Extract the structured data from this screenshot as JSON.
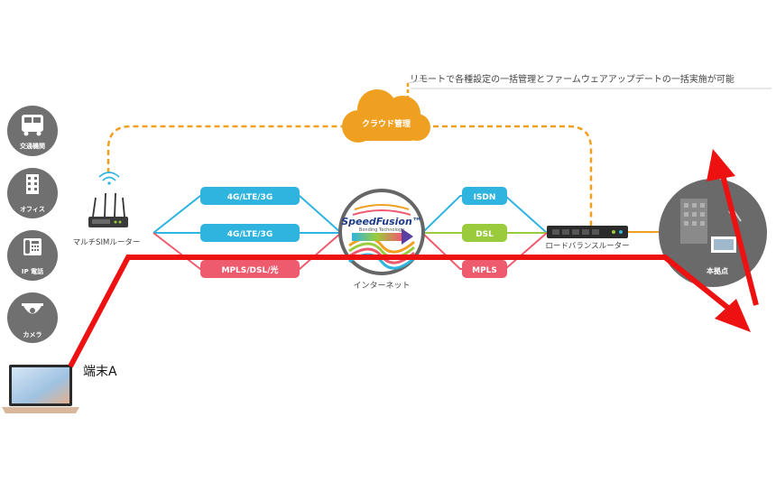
{
  "colors": {
    "blue": "#2eb4df",
    "green": "#9acb3c",
    "pink": "#ef5b6e",
    "orange": "#f0a020",
    "red": "#ee1111",
    "gray": "#707070",
    "dark_gray": "#5e5e5e"
  },
  "banner": {
    "text": "リモートで各種設定の一括管理とファームウェアアップデートの一括実施が可能"
  },
  "cloud": {
    "label": "クラウド管理",
    "icon": "cloud-icon"
  },
  "devices": [
    {
      "label": "交通機関",
      "icon": "bus-icon"
    },
    {
      "label": "オフィス",
      "icon": "building-icon"
    },
    {
      "label": "IP 電話",
      "icon": "phone-icon"
    },
    {
      "label": "カメラ",
      "icon": "camera-icon"
    }
  ],
  "router": {
    "label": "マルチSIMルーター",
    "icon": "router-icon"
  },
  "left_links": [
    {
      "label": "4G/LTE/3G",
      "color": "blue"
    },
    {
      "label": "4G/LTE/3G",
      "color": "blue"
    },
    {
      "label": "MPLS/DSL/光",
      "color": "pink"
    }
  ],
  "speedfusion": {
    "logo": "SpeedFusion™",
    "sub": "Bonding Technology",
    "caption": "インターネット"
  },
  "right_links": [
    {
      "label": "ISDN",
      "color": "blue"
    },
    {
      "label": "DSL",
      "color": "green"
    },
    {
      "label": "MPLS",
      "color": "pink"
    }
  ],
  "balancer": {
    "label": "ロードバランスルーター",
    "icon": "rack-router-icon"
  },
  "hq": {
    "label": "本拠点",
    "icon": "headquarters-icon"
  },
  "terminal": {
    "label": "端末A",
    "icon": "laptop-icon"
  }
}
